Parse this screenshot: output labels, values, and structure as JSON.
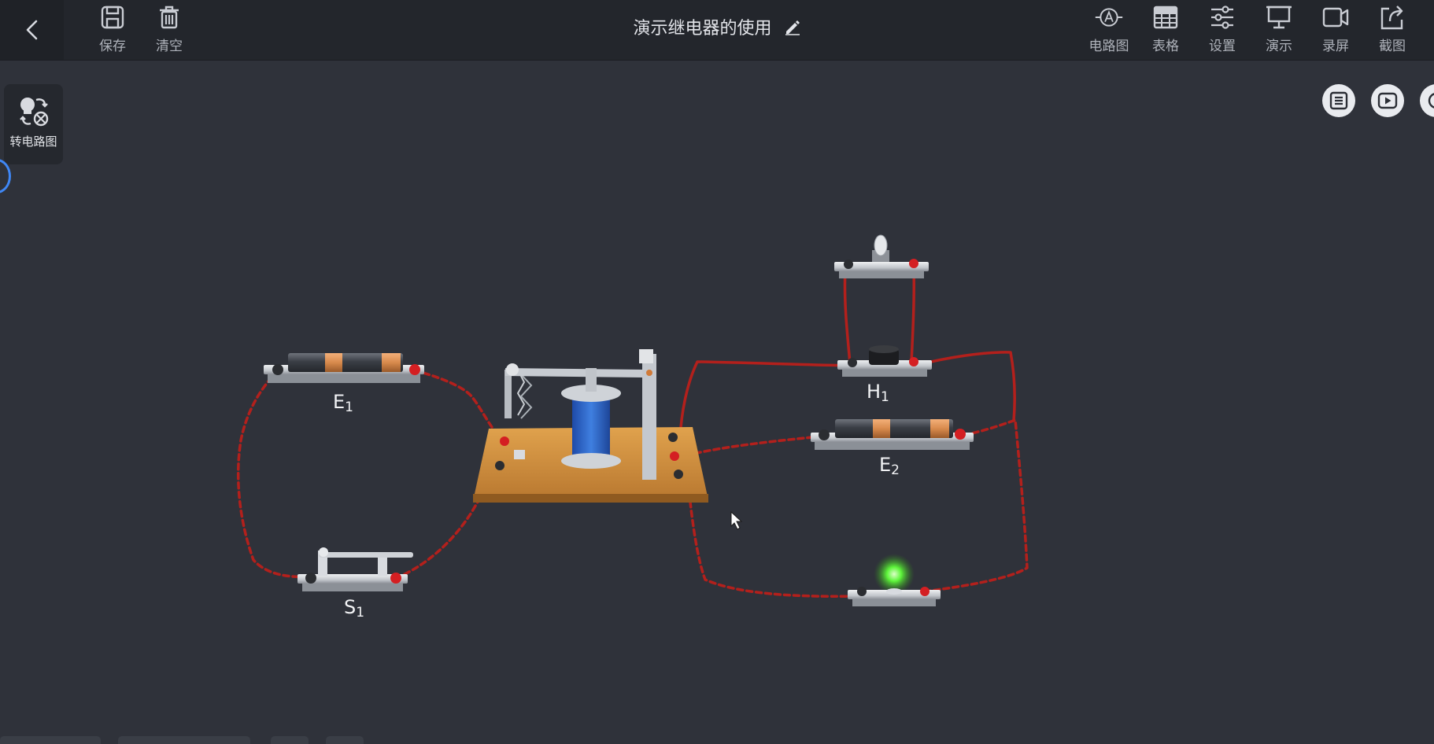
{
  "toolbar": {
    "left": [
      {
        "label": "保存",
        "icon": "save-icon"
      },
      {
        "label": "清空",
        "icon": "trash-icon"
      }
    ],
    "title": "演示继电器的使用",
    "right": [
      {
        "label": "电路图",
        "icon": "circuit-diagram-icon"
      },
      {
        "label": "表格",
        "icon": "table-icon"
      },
      {
        "label": "设置",
        "icon": "settings-sliders-icon"
      },
      {
        "label": "演示",
        "icon": "presentation-icon"
      },
      {
        "label": "录屏",
        "icon": "record-screen-icon"
      },
      {
        "label": "截图",
        "icon": "screenshot-share-icon"
      }
    ]
  },
  "side_panel": {
    "label": "转电路图",
    "icon": "convert-to-circuit-icon"
  },
  "components": {
    "e1": {
      "letter": "E",
      "sub": "1"
    },
    "s1": {
      "letter": "S",
      "sub": "1"
    },
    "h1": {
      "letter": "H",
      "sub": "1"
    },
    "e2": {
      "letter": "E",
      "sub": "2"
    }
  },
  "colors": {
    "background": "#2f323a",
    "toolbar": "#23262c",
    "wire": "#b3201c",
    "led_glow": "#5df53a",
    "coil": "#2f66c8",
    "relay_base": "#c88a3a"
  }
}
